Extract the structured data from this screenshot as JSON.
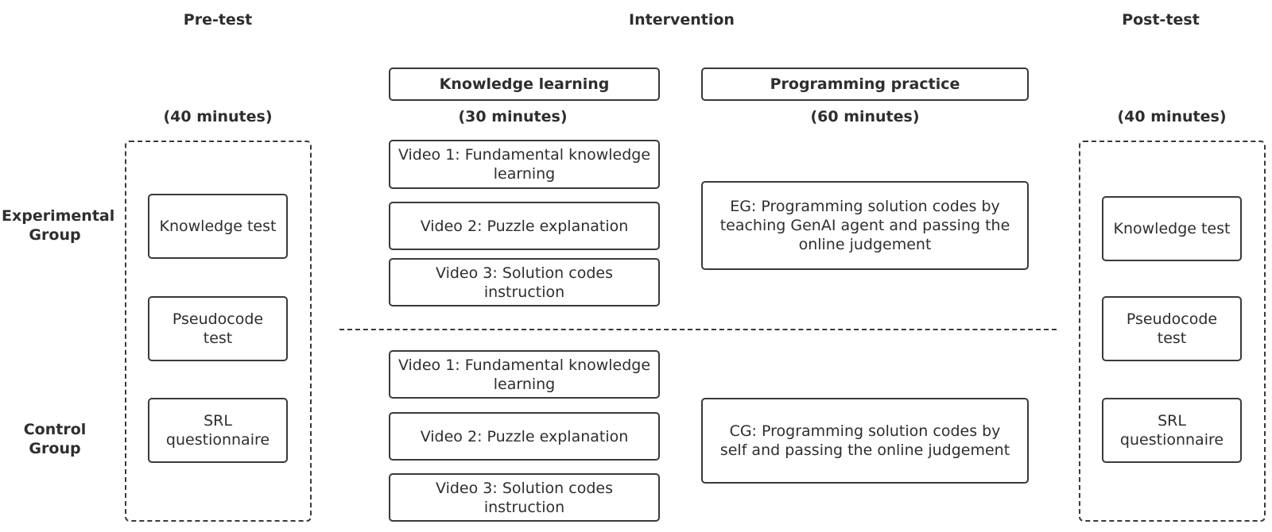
{
  "headers": {
    "pretest": "Pre-test",
    "intervention": "Intervention",
    "posttest": "Post-test"
  },
  "phases": {
    "knowledge_learning": "Knowledge learning",
    "programming_practice": "Programming practice"
  },
  "durations": {
    "pretest": "(40 minutes)",
    "knowledge": "(30 minutes)",
    "practice": "(60 minutes)",
    "posttest": "(40 minutes)"
  },
  "groups": {
    "experimental": "Experimental Group",
    "control": "Control Group"
  },
  "tests": {
    "knowledge": "Knowledge test",
    "pseudocode": "Pseudocode test",
    "srl": "SRL questionnaire"
  },
  "videos": {
    "v1": "Video 1: Fundamental knowledge learning",
    "v2": "Video 2: Puzzle explanation",
    "v3": "Video 3: Solution codes instruction"
  },
  "practice": {
    "eg": "EG: Programming solution codes by teaching GenAI agent and passing the online judgement",
    "cg": "CG: Programming solution codes by self and passing the online judgement"
  }
}
